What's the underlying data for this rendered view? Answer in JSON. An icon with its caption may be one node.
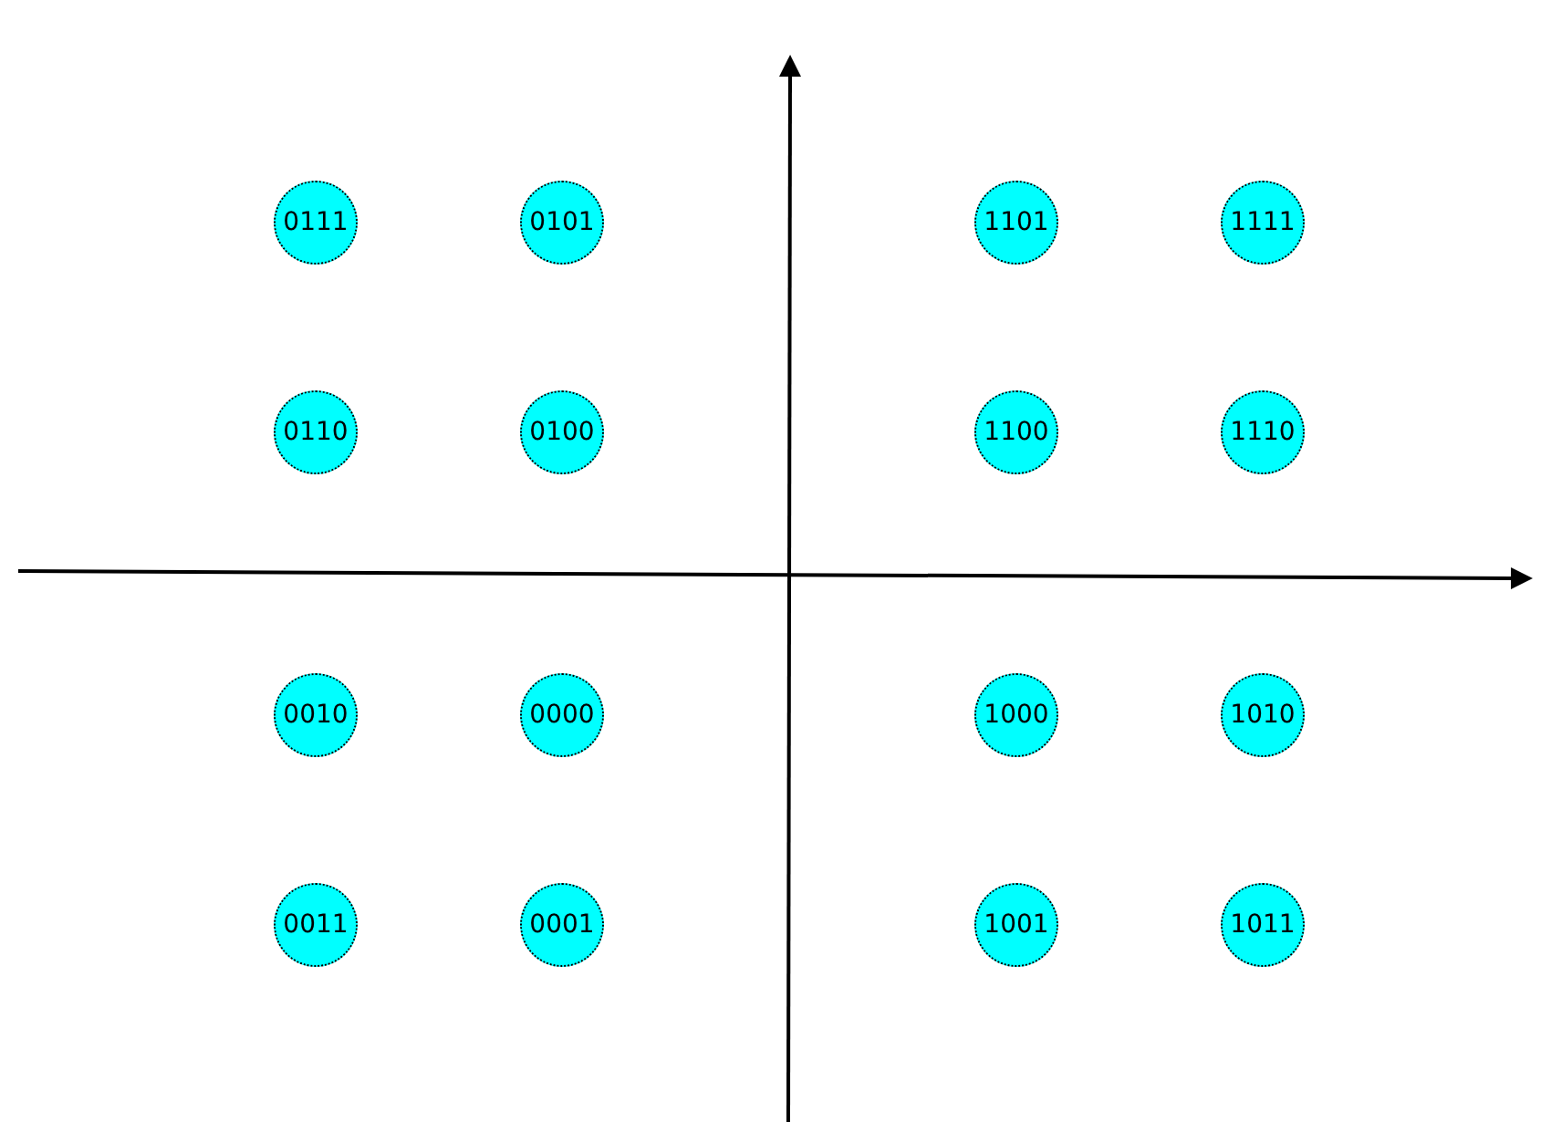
{
  "diagram": {
    "nodes": [
      {
        "text": [
          "0111"
        ]
      },
      {
        "text": [
          "0101"
        ]
      },
      {
        "text": [
          "1101"
        ]
      },
      {
        "text": [
          "1111"
        ]
      },
      {
        "text": [
          "0110"
        ]
      },
      {
        "text": [
          "0100"
        ]
      },
      {
        "text": [
          "1100"
        ]
      },
      {
        "text": [
          "1110"
        ]
      },
      {
        "text": [
          "0010"
        ]
      },
      {
        "text": [
          "0000"
        ]
      },
      {
        "text": [
          "1000"
        ]
      },
      {
        "text": [
          "1010"
        ]
      },
      {
        "text": [
          "0011"
        ]
      },
      {
        "text": [
          "0001"
        ]
      },
      {
        "text": [
          "1001"
        ]
      },
      {
        "text": [
          "1011"
        ]
      }
    ]
  }
}
